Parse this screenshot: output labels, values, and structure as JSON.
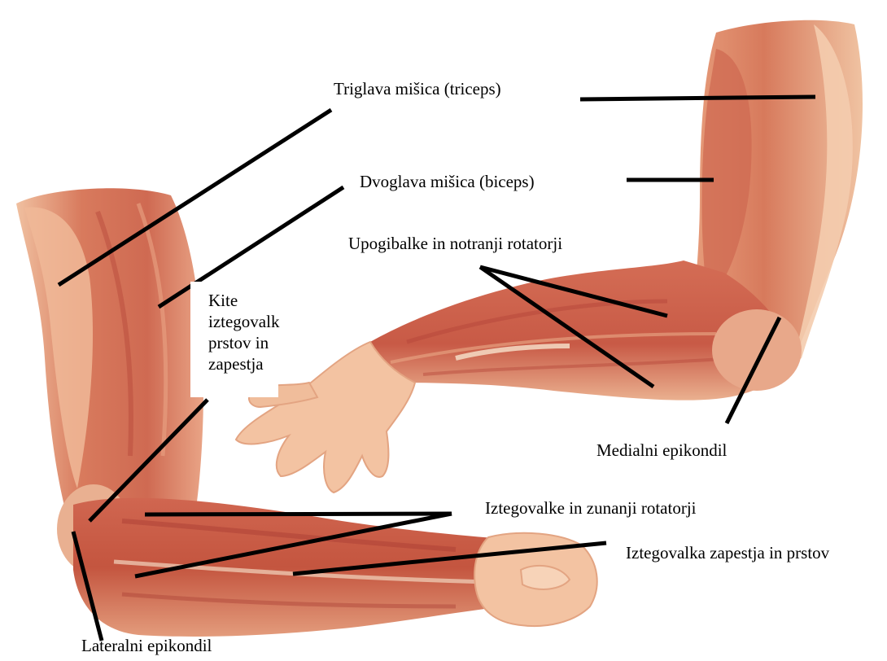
{
  "title": "",
  "colors": {
    "skin": "#f3c9a8",
    "muscle_light": "#e59a78",
    "muscle": "#d8735a",
    "muscle_dark": "#b84a3c",
    "tendon": "#f2dcc4",
    "leader_line": "#000000"
  },
  "labels": {
    "triceps": "Triglava mišica (triceps)",
    "biceps": "Dvoglava mišica (biceps)",
    "flexors": "Upogibalke in notranji rotatorji",
    "tendons": [
      "Kite",
      "iztegovalk",
      "prstov in",
      "zapestja"
    ],
    "medial": "Medialni epikondil",
    "extensors": "Iztegovalke in zunanji rotatorji",
    "wrist_ext": "Iztegovalka zapestja in prstov",
    "lateral": "Lateralni epikondil"
  },
  "illustration": {
    "subject": "Muscles of the arm, shown on two flexed arms",
    "views": [
      "lateral arm (left)",
      "medial arm (right)"
    ]
  }
}
